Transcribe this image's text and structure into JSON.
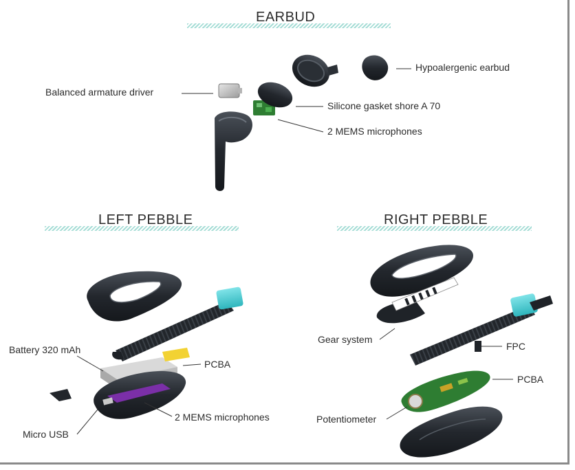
{
  "sections": {
    "earbud": {
      "title": "EARBUD"
    },
    "left_pebble": {
      "title": "LEFT PEBBLE"
    },
    "right_pebble": {
      "title": "RIGHT PEBBLE"
    }
  },
  "labels": {
    "balanced_armature_driver": "Balanced armature driver",
    "hypoalergenic_earbud": "Hypoalergenic earbud",
    "silicone_gasket": "Silicone gasket shore A 70",
    "earbud_mems": "2 MEMS microphones",
    "battery": "Battery 320 mAh",
    "left_pcba": "PCBA",
    "left_mems": "2 MEMS microphones",
    "micro_usb": "Micro USB",
    "gear_system": "Gear system",
    "fpc": "FPC",
    "right_pcba": "PCBA",
    "potentiometer": "Potentiometer"
  },
  "colors": {
    "accent_cyan": "#4fd0d6",
    "dark_plastic": "#1f2328",
    "pcb_green": "#2e7d32",
    "flex_purple": "#7b2fa8",
    "flex_yellow": "#f2d233",
    "hatch": "#a6ddd6"
  }
}
